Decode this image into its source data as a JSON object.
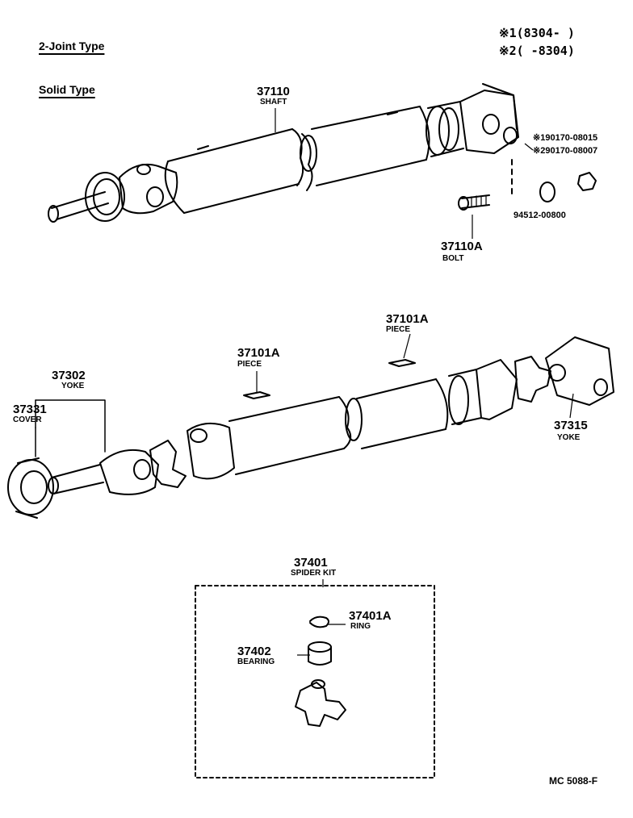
{
  "header": {
    "title_joint": "2-Joint Type",
    "title_solid": "Solid Type",
    "legend_1": "※1(8304-      )",
    "legend_2": "※2(     -8304)"
  },
  "parts": {
    "shaft": {
      "no": "37110",
      "name": "SHAFT"
    },
    "nut_1": "※190170-08015",
    "nut_2": "※290170-08007",
    "washer": "94512-00800",
    "bolt": {
      "no": "37110A",
      "name": "BOLT"
    },
    "piece_left": {
      "no": "37101A",
      "name": "PIECE"
    },
    "piece_right": {
      "no": "37101A",
      "name": "PIECE"
    },
    "yoke_front": {
      "no": "37302",
      "name": "YOKE"
    },
    "cover": {
      "no": "37331",
      "name": "COVER"
    },
    "yoke_rear": {
      "no": "37315",
      "name": "YOKE"
    },
    "spider_kit": {
      "no": "37401",
      "name": "SPIDER KIT"
    },
    "ring": {
      "no": "37401A",
      "name": "RING"
    },
    "bearing": {
      "no": "37402",
      "name": "BEARING"
    }
  },
  "footer": {
    "code": "MC  5088-F"
  }
}
